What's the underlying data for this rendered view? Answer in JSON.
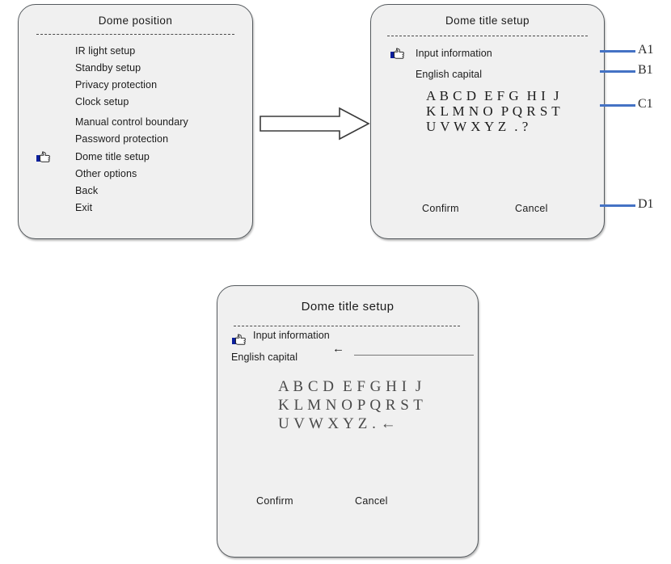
{
  "menu_panel": {
    "title": "Dome position",
    "items": [
      {
        "label": "IR light setup",
        "selected": false
      },
      {
        "label": "Standby setup",
        "selected": false
      },
      {
        "label": "Privacy protection",
        "selected": false
      },
      {
        "label": "Clock setup",
        "selected": false
      },
      {
        "label": "Manual control boundary",
        "selected": false
      },
      {
        "label": "Password protection",
        "selected": false
      },
      {
        "label": "Dome title setup",
        "selected": true
      },
      {
        "label": "Other options",
        "selected": false
      },
      {
        "label": "Back",
        "selected": false
      },
      {
        "label": "Exit",
        "selected": false
      }
    ],
    "cursor_icon": "hand-pointer-icon"
  },
  "flow_arrow": {
    "icon": "right-block-arrow-icon",
    "direction": "right"
  },
  "title_panel": {
    "title": "Dome title setup",
    "input_information_label": "Input information",
    "english_capital_label": "English capital",
    "alphabet_rows": [
      "A B C D  E F G  H I  J",
      "K L M N O  P Q R S T",
      "U V W X Y Z  . ?"
    ],
    "confirm_label": "Confirm",
    "cancel_label": "Cancel",
    "cursor_icon": "hand-pointer-icon"
  },
  "callouts": {
    "line_color": "#4472c4",
    "labels": [
      {
        "id": "A1",
        "text": "A1",
        "target": "Input information"
      },
      {
        "id": "B1",
        "text": "B1",
        "target": "English capital"
      },
      {
        "id": "C1",
        "text": "C1",
        "target": "Alphabet grid"
      },
      {
        "id": "D1",
        "text": "D1",
        "target": "Confirm / Cancel"
      }
    ]
  },
  "detail_panel": {
    "title": "Dome title setup",
    "input_information_label": "Input information",
    "english_capital_label": "English capital",
    "caret_arrow": "←",
    "alphabet_rows": [
      "A B C D  E F G H I  J",
      "K L M N O P Q R S T",
      "U V W X Y Z . ←"
    ],
    "confirm_label": "Confirm",
    "cancel_label": "Cancel",
    "cursor_icon": "hand-pointer-icon"
  },
  "colors": {
    "panel_fill": "#f0f0f0",
    "panel_border": "#555a5e",
    "text": "#1b1b1b",
    "accent_blue": "#4472c4"
  }
}
